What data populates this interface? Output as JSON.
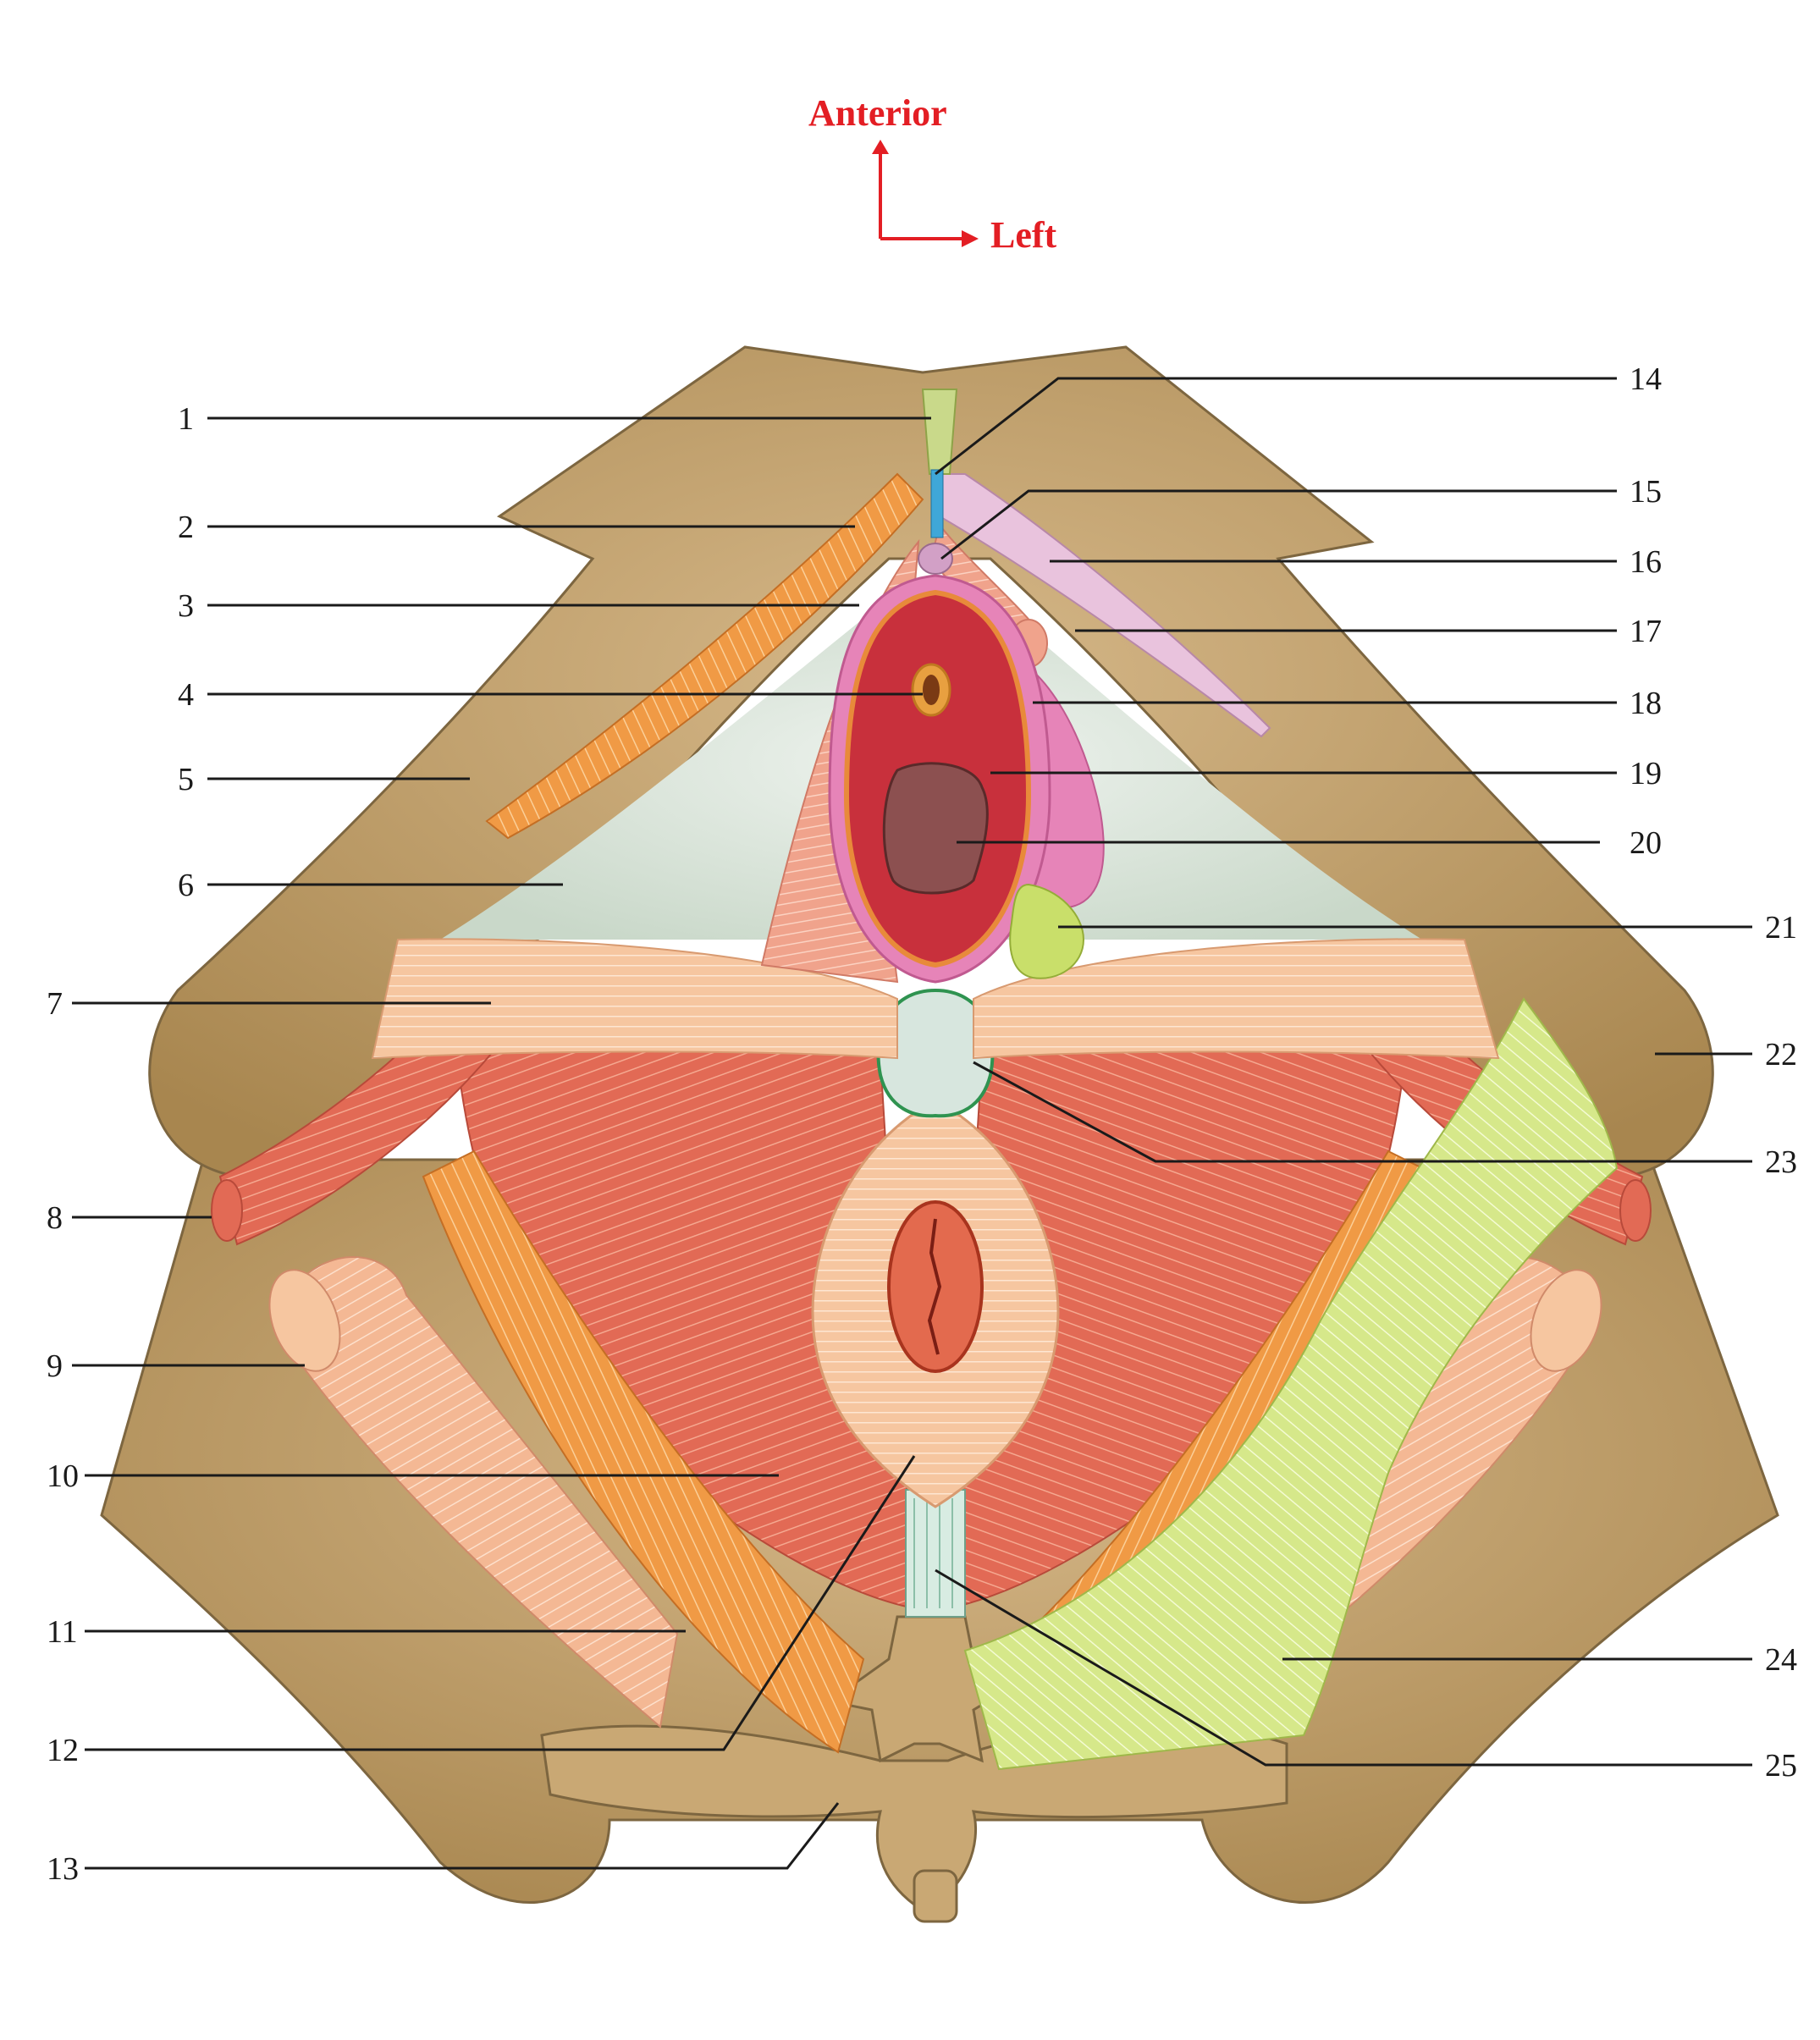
{
  "orientation": {
    "anterior": "Anterior",
    "left": "Left",
    "color": "#e31e24"
  },
  "labels": {
    "left_side": [
      "1",
      "2",
      "3",
      "4",
      "5",
      "6",
      "7",
      "8",
      "9",
      "10",
      "11",
      "12",
      "13"
    ],
    "right_side": [
      "14",
      "15",
      "16",
      "17",
      "18",
      "19",
      "20",
      "21",
      "22",
      "23",
      "24",
      "25"
    ]
  },
  "colors": {
    "bone": "#c9a874",
    "bone_shadow": "#a8864f",
    "membrane": "#dfe8df",
    "muscle_red": "#e26a55",
    "muscle_orange": "#f09a45",
    "muscle_peach": "#f6c6a0",
    "ligament_green": "#d6e88a",
    "vestibule_pink": "#e684b8",
    "vagina_red": "#c8303c"
  }
}
